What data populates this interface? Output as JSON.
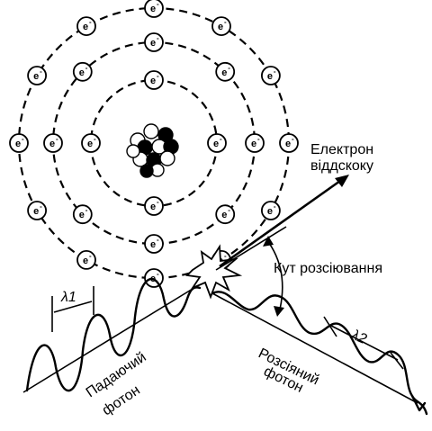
{
  "labels": {
    "recoil_electron_line1": "Електрон",
    "recoil_electron_line2": "віддскоку",
    "scattering_angle": "Кут розсіювання",
    "lambda1": "λ1",
    "lambda2": "λ2",
    "incident_photon_line1": "Падаючий",
    "incident_photon_line2": "фотон",
    "scattered_photon_line1": "Розсіяний",
    "scattered_photon_line2": "фотон"
  },
  "electron_symbol": "e",
  "electron_charge": "-",
  "orbits": [
    {
      "name": "inner-shell",
      "electron_count": 4
    },
    {
      "name": "middle-shell",
      "electron_count": 8
    },
    {
      "name": "outer-shell",
      "electron_count": 12
    }
  ],
  "colors": {
    "line": "#000000",
    "background": "#ffffff"
  }
}
